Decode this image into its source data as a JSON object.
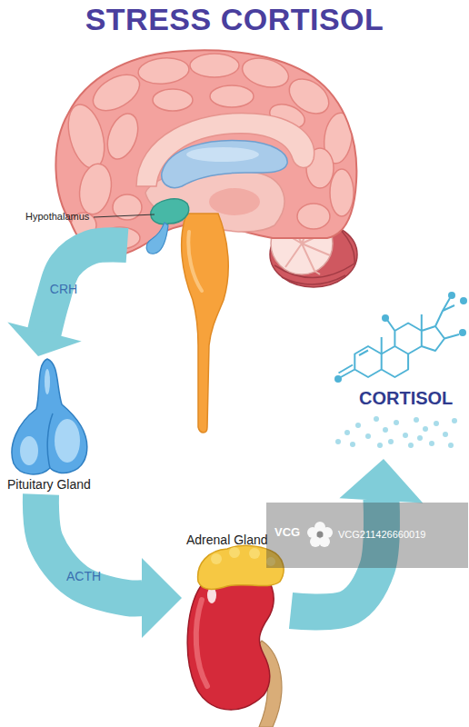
{
  "diagram": {
    "title": "STRESS CORTISOL",
    "nodes": [
      {
        "text": [
          "Hypothalamus"
        ]
      },
      {
        "text": [
          "Pituitary Gland"
        ]
      },
      {
        "text": [
          "Adrenal Gland"
        ]
      },
      {
        "text": [
          "CORTISOL"
        ]
      }
    ],
    "edges": [
      {
        "from": 0,
        "to": 1,
        "arrow": "to",
        "label": "CRH"
      },
      {
        "from": 1,
        "to": 2,
        "arrow": "to",
        "label": "ACTH"
      },
      {
        "from": 2,
        "to": 3,
        "arrow": "to"
      }
    ],
    "labels": [
      "VCG",
      "VCG211426660019"
    ]
  }
}
